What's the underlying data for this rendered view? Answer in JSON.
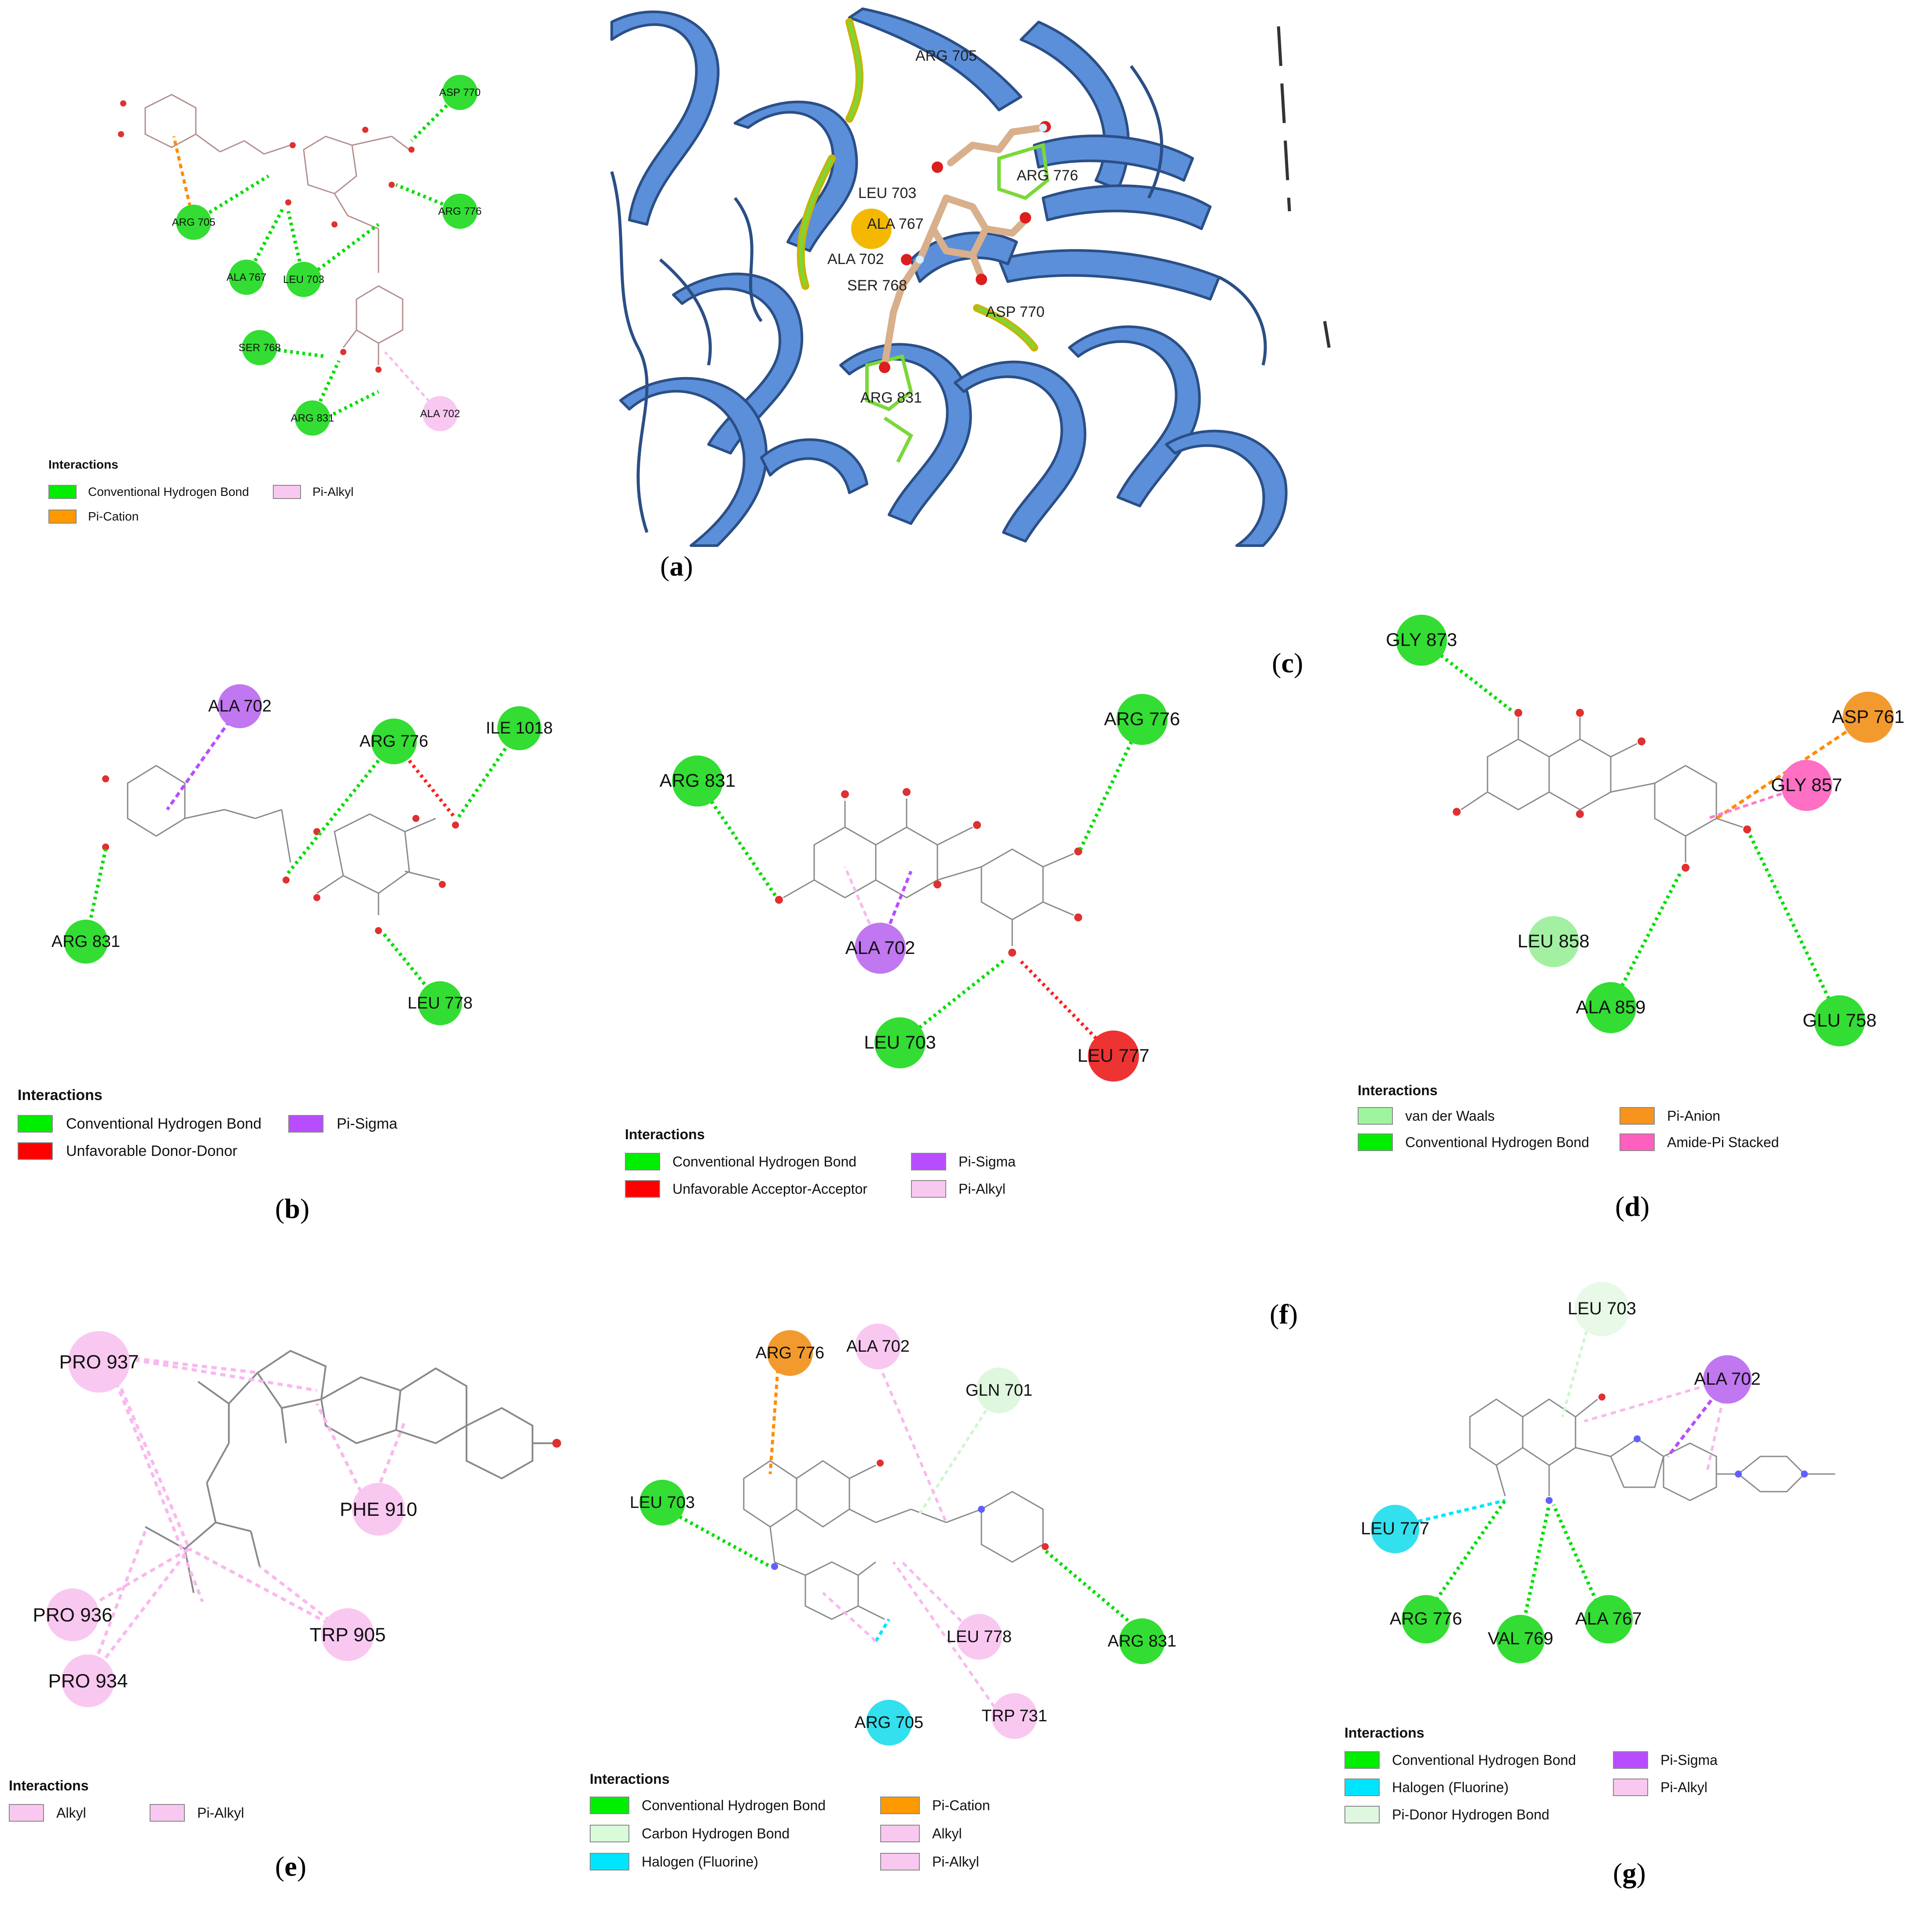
{
  "panel_labels": {
    "a": "a",
    "b": "b",
    "c": "c",
    "d": "d",
    "e": "e",
    "f": "f",
    "g": "g"
  },
  "legend_title": "Interactions",
  "colors": {
    "conventional_hbond": "#00ee00",
    "carbon_hbond": "#d9fbd9",
    "van_der_waals": "#9ff59f",
    "pi_cation": "#ff9900",
    "pi_anion": "#f7941d",
    "pi_alkyl": "#f9c8f1",
    "alkyl": "#f9c8f1",
    "pi_sigma": "#b84dff",
    "unfavorable": "#ff0000",
    "halogen": "#00e5ff",
    "amide_pi": "#ff5fbf",
    "pi_donor_hbond": "#dff7df",
    "protein_ribbon": "#5b8fd9",
    "ligand_stick": "#d8b08c"
  },
  "panel_a": {
    "residues": [
      "ASP 770",
      "ARG 705",
      "ARG 776",
      "ALA 767",
      "LEU 703",
      "SER 768",
      "ARG 831",
      "ALA 702"
    ],
    "legend": [
      "Conventional Hydrogen Bond",
      "Pi-Alkyl",
      "Pi-Cation"
    ]
  },
  "panel_3d": {
    "labels": [
      "ARG 705",
      "LEU 703",
      "ALA 767",
      "ARG 776",
      "ALA 702",
      "SER 768",
      "ASP 770",
      "ARG 831"
    ]
  },
  "panel_b": {
    "residues": [
      "ALA 702",
      "ARG 776",
      "ILE 1018",
      "ARG 831",
      "LEU 778"
    ],
    "legend": [
      "Conventional Hydrogen Bond",
      "Pi-Sigma",
      "Unfavorable Donor-Donor"
    ]
  },
  "panel_c": {
    "residues": [
      "ARG 831",
      "ARG 776",
      "ALA 702",
      "LEU 703",
      "LEU 777"
    ],
    "legend": [
      "Conventional Hydrogen Bond",
      "Pi-Sigma",
      "Unfavorable Acceptor-Acceptor",
      "Pi-Alkyl"
    ]
  },
  "panel_d": {
    "residues": [
      "GLY 873",
      "ASP 761",
      "GLY 857",
      "LEU 858",
      "ALA 859",
      "GLU 758"
    ],
    "legend": [
      "van der Waals",
      "Pi-Anion",
      "Conventional Hydrogen Bond",
      "Amide-Pi Stacked"
    ]
  },
  "panel_e": {
    "residues": [
      "PRO 937",
      "PHE 910",
      "PRO 936",
      "TRP 905",
      "PRO 934"
    ],
    "legend": [
      "Alkyl",
      "Pi-Alkyl"
    ]
  },
  "panel_f": {
    "residues": [
      "ARG 776",
      "ALA 702",
      "GLN 701",
      "LEU 703",
      "LEU 778",
      "TRP 731",
      "ARG 705",
      "ARG 831"
    ],
    "legend": [
      "Conventional Hydrogen Bond",
      "Pi-Cation",
      "Carbon Hydrogen Bond",
      "Alkyl",
      "Halogen (Fluorine)",
      "Pi-Alkyl"
    ]
  },
  "panel_g": {
    "residues": [
      "LEU 703",
      "ALA 702",
      "LEU 777",
      "ARG 776",
      "VAL 769",
      "ALA 767"
    ],
    "legend": [
      "Conventional Hydrogen Bond",
      "Pi-Sigma",
      "Halogen (Fluorine)",
      "Pi-Alkyl",
      "Pi-Donor Hydrogen Bond"
    ]
  }
}
